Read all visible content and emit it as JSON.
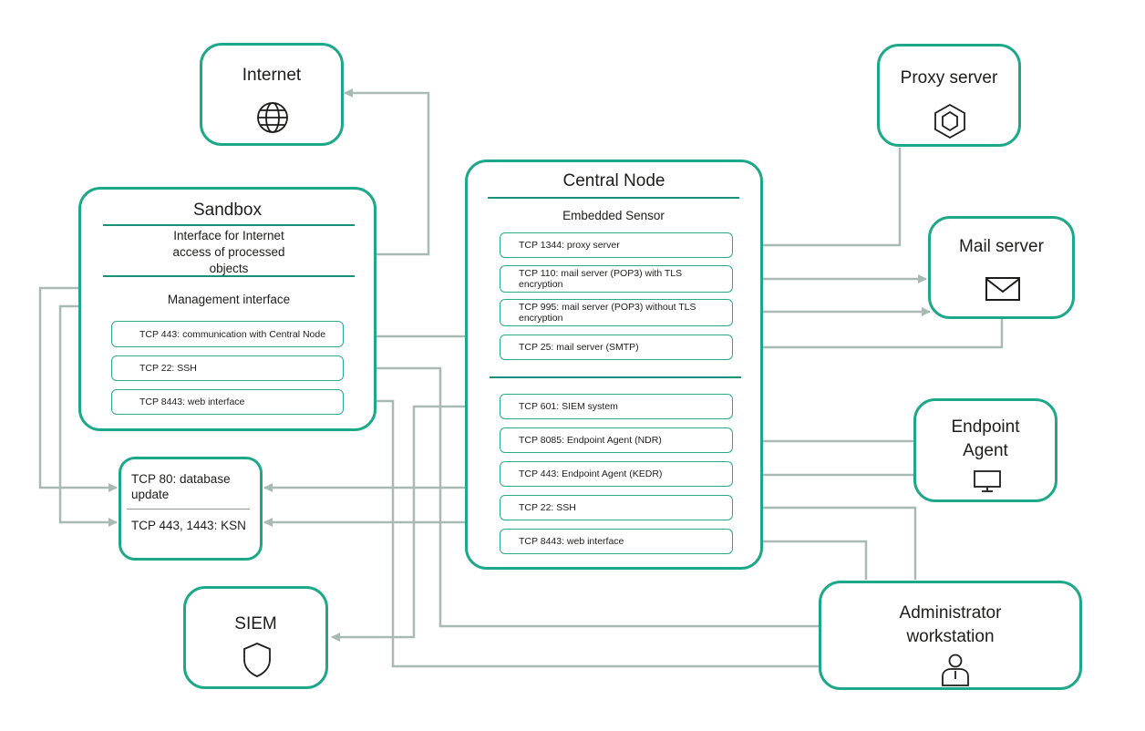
{
  "nodes": {
    "internet": {
      "title": "Internet",
      "icon": "globe-icon"
    },
    "proxy": {
      "title": "Proxy server",
      "icon": "hexagon-icon"
    },
    "mail": {
      "title": "Mail server",
      "icon": "envelope-icon"
    },
    "endpoint": {
      "title_line1": "Endpoint",
      "title_line2": "Agent",
      "icon": "monitor-icon"
    },
    "siem": {
      "title": "SIEM",
      "icon": "shield-icon"
    },
    "admin": {
      "title_line1": "Administrator",
      "title_line2": "workstation",
      "icon": "person-icon"
    }
  },
  "sandbox": {
    "title": "Sandbox",
    "internet_interface": [
      "Interface for Internet",
      "access of processed",
      "objects"
    ],
    "management_interface": "Management interface",
    "ports": [
      "TCP 443: communication with Central Node",
      "TCP 22: SSH",
      "TCP 8443: web interface"
    ]
  },
  "central_node": {
    "title": "Central Node",
    "embedded_sensor": "Embedded Sensor",
    "sensor_ports": [
      "TCP 1344: proxy server",
      "TCP 110: mail server (POP3) with TLS encryption",
      "TCP 995: mail server (POP3) without TLS encryption",
      "TCP 25: mail server (SMTP)"
    ],
    "ports": [
      "TCP 601: SIEM system",
      "TCP 8085: Endpoint Agent (NDR)",
      "TCP 443: Endpoint Agent (KEDR)",
      "TCP 22: SSH",
      "TCP 8443: web interface"
    ]
  },
  "update_servers": {
    "db_update": [
      "TCP 80: database",
      "update"
    ],
    "ksn": "TCP 443, 1443: KSN"
  },
  "colors": {
    "box_border": "#1da88a",
    "connector": "#a9b9b4"
  }
}
